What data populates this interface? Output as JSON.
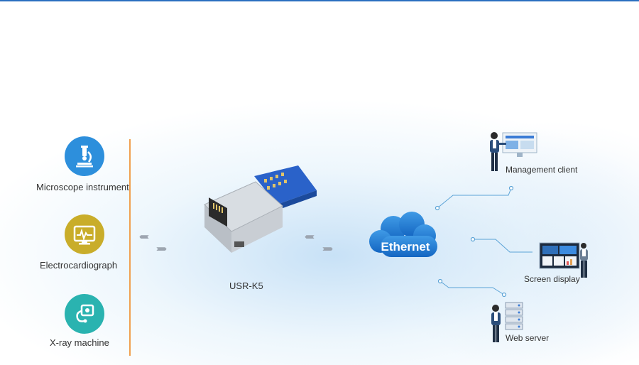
{
  "devices": [
    {
      "label": "Microscope instrument",
      "icon": "microscope-icon",
      "color": "#2d8fdc"
    },
    {
      "label": "Electrocardiograph",
      "icon": "ecg-monitor-icon",
      "color": "#c9ad2a"
    },
    {
      "label": "X-ray machine",
      "icon": "xray-machine-icon",
      "color": "#2ab3b0"
    }
  ],
  "module": {
    "label": "USR-K5"
  },
  "network": {
    "label": "Ethernet",
    "color": "#1a73c8"
  },
  "clients": [
    {
      "label": "Management client",
      "icon": "management-client-icon"
    },
    {
      "label": "Screen display",
      "icon": "screen-display-icon"
    },
    {
      "label": "Web server",
      "icon": "web-server-icon"
    }
  ],
  "arrows": {
    "left": "‹‹‹‹‹‹‹‹‹‹‹",
    "right": "››››››››››››"
  }
}
